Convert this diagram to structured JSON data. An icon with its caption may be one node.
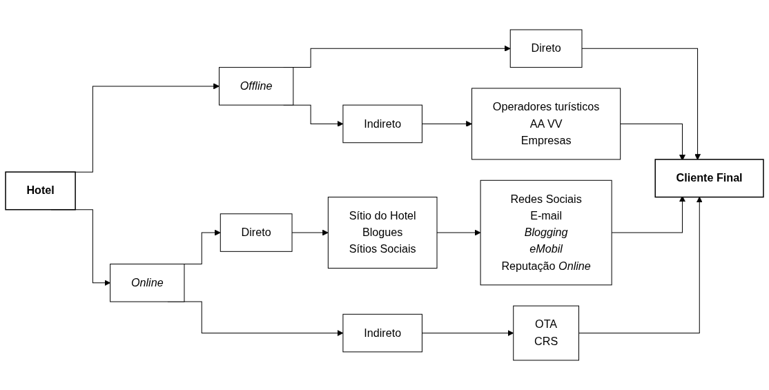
{
  "diagram": {
    "nodes": [
      {
        "text": [
          "Hotel"
        ]
      },
      {
        "text": [
          "Offline"
        ]
      },
      {
        "text": [
          "Online"
        ]
      },
      {
        "text": [
          "Direto"
        ]
      },
      {
        "text": [
          "Indireto"
        ]
      },
      {
        "text": [
          "Operadores turísticos",
          "AA VV",
          "Empresas"
        ]
      },
      {
        "text": [
          "Direto"
        ]
      },
      {
        "text": [
          "Indireto"
        ]
      },
      {
        "text": [
          "Sítio do Hotel",
          "Blogues",
          "Sítios Sociais"
        ]
      },
      {
        "text": [
          "OTA",
          "CRS"
        ]
      },
      {
        "text": [
          "Redes Sociais",
          "E-mail",
          "*Blogging*",
          "*eMobil*",
          "Reputação *Online*"
        ]
      },
      {
        "text": [
          "Cliente Final"
        ]
      }
    ],
    "edges": [
      {
        "from": 0,
        "to": 1,
        "arrow": "to"
      },
      {
        "from": 0,
        "to": 2,
        "arrow": "to"
      },
      {
        "from": 1,
        "to": 3,
        "arrow": "to"
      },
      {
        "from": 1,
        "to": 4,
        "arrow": "to"
      },
      {
        "from": 4,
        "to": 5,
        "arrow": "to"
      },
      {
        "from": 2,
        "to": 6,
        "arrow": "to"
      },
      {
        "from": 2,
        "to": 7,
        "arrow": "to"
      },
      {
        "from": 6,
        "to": 8,
        "arrow": "to"
      },
      {
        "from": 7,
        "to": 9,
        "arrow": "to"
      },
      {
        "from": 8,
        "to": 10,
        "arrow": "to"
      },
      {
        "from": 3,
        "to": 11,
        "arrow": "to"
      },
      {
        "from": 5,
        "to": 11,
        "arrow": "to"
      },
      {
        "from": 10,
        "to": 11,
        "arrow": "to"
      },
      {
        "from": 9,
        "to": 11,
        "arrow": "to"
      }
    ]
  }
}
